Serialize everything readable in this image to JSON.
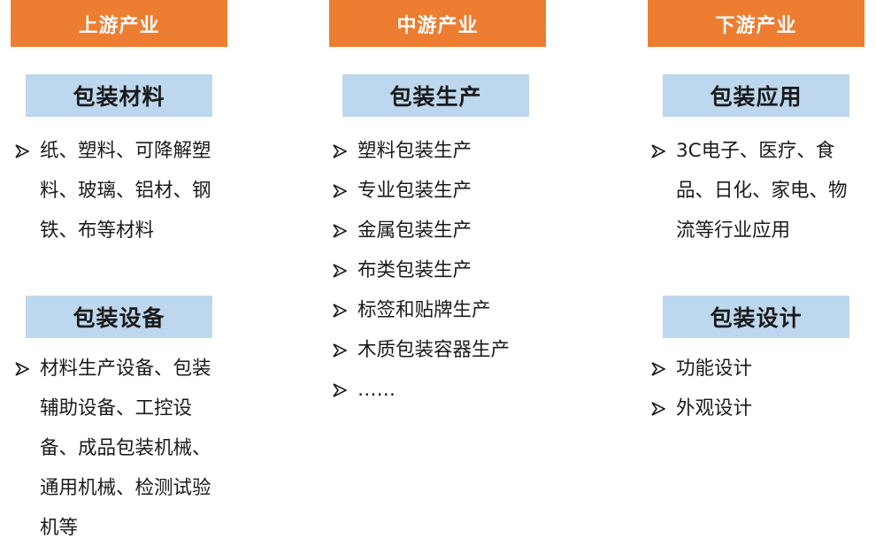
{
  "columns": [
    {
      "header": "上游产业",
      "sections": [
        {
          "title": "包装材料",
          "items": [
            "纸、塑料、可降解塑料、玻璃、铝材、钢铁、布等材料"
          ]
        },
        {
          "title": "包装设备",
          "items": [
            "材料生产设备、包装辅助设备、工控设备、成品包装机械、通用机械、检测试验机等"
          ]
        }
      ]
    },
    {
      "header": "中游产业",
      "sections": [
        {
          "title": "包装生产",
          "items": [
            "塑料包装生产",
            "专业包装生产",
            "金属包装生产",
            "布类包装生产",
            "标签和贴牌生产",
            "木质包装容器生产",
            "……"
          ]
        }
      ]
    },
    {
      "header": "下游产业",
      "sections": [
        {
          "title": "包装应用",
          "items": [
            "3C电子、医疗、食品、日化、家电、物流等行业应用"
          ]
        },
        {
          "title": "包装设计",
          "items": [
            "功能设计",
            "外观设计"
          ]
        }
      ]
    }
  ],
  "colors": {
    "header_bg": "#ED7D31",
    "category_bg": "#BDD7EE"
  },
  "icons": {
    "bullet": "arrowhead-bullet-icon"
  }
}
